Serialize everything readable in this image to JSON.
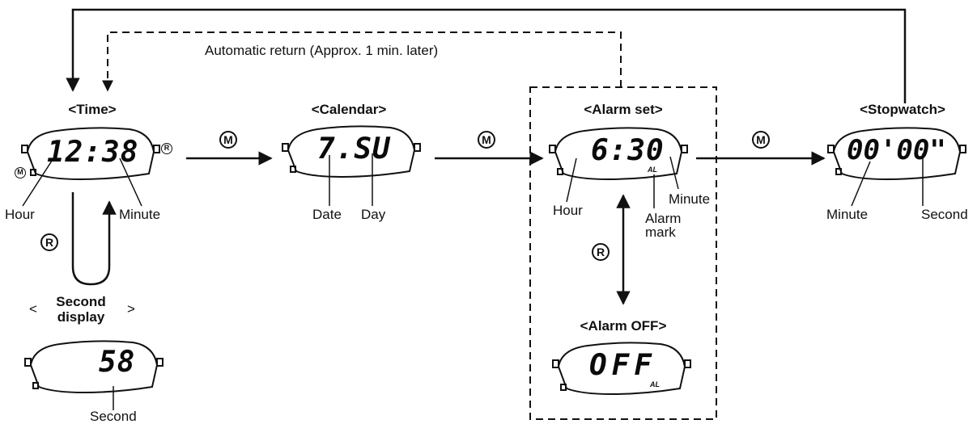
{
  "return_note": "Automatic return (Approx. 1 min. later)",
  "modes": {
    "time": {
      "title": "<Time>",
      "display": "12:38",
      "labels": {
        "hour": "Hour",
        "minute": "Minute"
      }
    },
    "calendar": {
      "title": "<Calendar>",
      "display": "7.SU",
      "labels": {
        "date": "Date",
        "day": "Day"
      }
    },
    "alarm_set": {
      "title": "<Alarm set>",
      "display": "6:30",
      "mark": "AL",
      "labels": {
        "hour": "Hour",
        "minute": "Minute",
        "alarm_mark": "Alarm\nmark"
      }
    },
    "stopwatch": {
      "title": "<Stopwatch>",
      "display": "00'00\"",
      "labels": {
        "minute": "Minute",
        "second": "Second"
      }
    },
    "second_display": {
      "title_line1": "Second",
      "title_line2": "display",
      "display": "58",
      "labels": {
        "second": "Second"
      }
    },
    "alarm_off": {
      "title": "<Alarm OFF>",
      "display": "OFF",
      "mark": "AL"
    }
  },
  "buttons": {
    "mode": "M",
    "reset": "R"
  }
}
